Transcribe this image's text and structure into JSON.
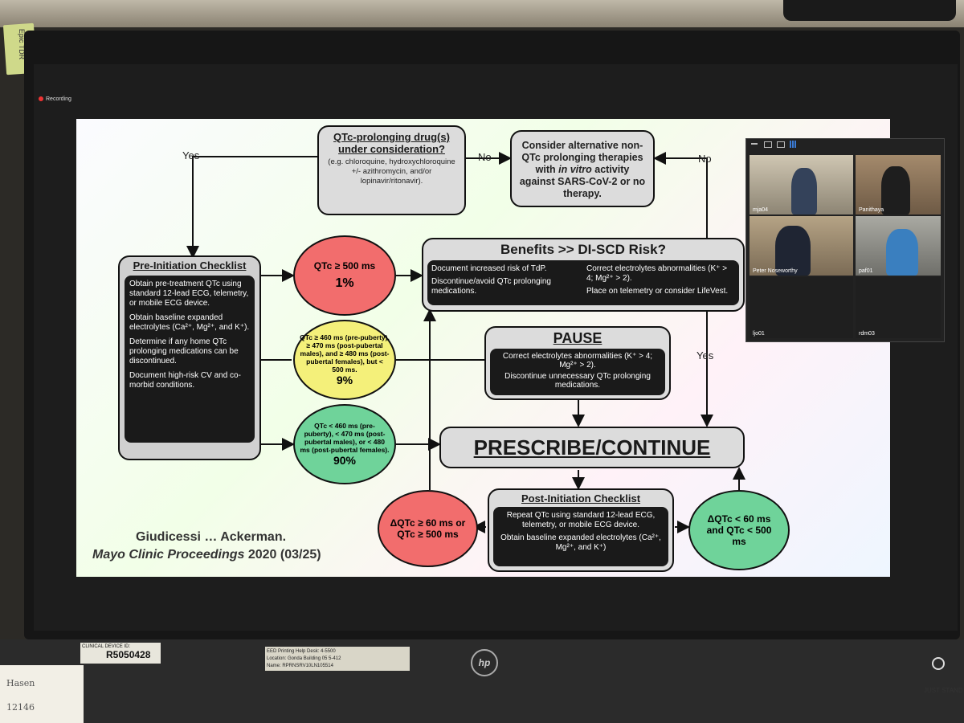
{
  "environment": {
    "sticky_note": "Epic TDR",
    "asset_tag": {
      "prefix": "CLINICAL DEVICE ID:",
      "id": "R5050428"
    },
    "label": {
      "line1": "EED Printing   Help Desk: 4-5500",
      "line2": "Location: Gonda Building 05 5-412",
      "line3": "Name: RPRNSRV10LN105514"
    },
    "handwritten_note": {
      "line1": "Hasen",
      "line2": "12146"
    },
    "monitor_brand": "hp",
    "stand_brand": "JUST STAND"
  },
  "recording": {
    "label": "Recording"
  },
  "slide": {
    "top_box": {
      "title": "QTc-prolonging drug(s) under consideration?",
      "examples": "(e.g. chloroquine, hydroxychloroquine +/- azithromycin, and/or lopinavir/ritonavir)."
    },
    "yes_label_top": "Yes",
    "no_label_mid": "No",
    "no_label_right": "No",
    "yes_label_right": "Yes",
    "alt_box": {
      "text_pre": "Consider alternative non-QTc prolonging therapies with ",
      "text_italic": "in vitro",
      "text_post": " activity against SARS-CoV-2 or no therapy."
    },
    "checklist": {
      "title": "Pre-Initiation Checklist",
      "items": [
        "Obtain pre-treatment QTc using standard 12-lead ECG, telemetry, or mobile ECG device.",
        "Obtain baseline expanded electrolytes (Ca²⁺, Mg²⁺, and K⁺).",
        "Determine if any home QTc prolonging medications can be discontinued.",
        "Document high-risk CV and co-morbid conditions."
      ]
    },
    "circle_red": {
      "text": "QTc ≥ 500 ms",
      "pct": "1%"
    },
    "circle_yellow": {
      "text": "QTc ≥ 460 ms (pre-puberty), ≥ 470 ms (post-pubertal males), and ≥ 480 ms (post-pubertal females), but < 500 ms.",
      "pct": "9%"
    },
    "circle_green": {
      "text": "QTc < 460 ms (pre-puberty), < 470 ms (post-pubertal males), or < 480 ms (post-pubertal females).",
      "pct": "90%"
    },
    "benefits": {
      "title": "Benefits >> DI-SCD Risk?",
      "items_left": [
        "Document increased risk of TdP.",
        "Discontinue/avoid QTc prolonging medications."
      ],
      "items_right": [
        "Correct electrolytes abnormalities (K⁺ > 4; Mg²⁺ > 2).",
        "Place on telemetry or consider LifeVest."
      ]
    },
    "pause": {
      "title": "PAUSE",
      "items": [
        "Correct electrolytes abnormalities (K⁺ > 4; Mg²⁺ > 2).",
        "Discontinue unnecessary QTc prolonging medications."
      ]
    },
    "prescribe": {
      "title": "PRESCRIBE/CONTINUE"
    },
    "post": {
      "title": "Post-Initiation Checklist",
      "items": [
        "Repeat QTc using standard 12-lead ECG, telemetry, or mobile ECG device.",
        "Obtain baseline expanded electrolytes (Ca²⁺, Mg²⁺, and K⁺)"
      ]
    },
    "circle_bad": {
      "text": "ΔQTc ≥ 60 ms or QTc ≥ 500 ms"
    },
    "circle_good": {
      "text": "ΔQTc < 60 ms and QTc < 500 ms"
    },
    "citation": {
      "line1": "Giudicessi … Ackerman.",
      "line2_italic": "Mayo Clinic Proceedings",
      "line2_rest": " 2020 (03/25)"
    }
  },
  "zoom": {
    "participants": [
      {
        "name": "mja04"
      },
      {
        "name": "Panithaya"
      },
      {
        "name": "Peter Noseworthy"
      },
      {
        "name": "paf01"
      },
      {
        "name": "ljo01"
      },
      {
        "name": "rdm03"
      }
    ]
  },
  "colors": {
    "red": "#f26d6d",
    "yellow": "#f4f07a",
    "green": "#6fd39a",
    "dark": "#1a1a1a",
    "gray": "#d8d8d8"
  }
}
